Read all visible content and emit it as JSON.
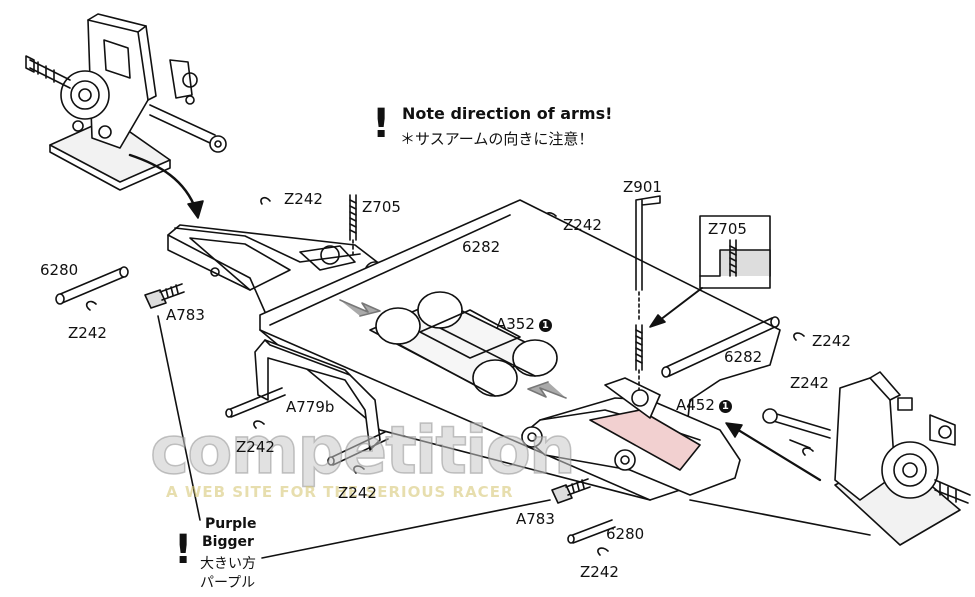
{
  "notes": {
    "arms_en": "Note direction of arms!",
    "arms_jp": "＊サスアームの向きに注意！",
    "purple_en_1": "Purple",
    "purple_en_2": "Bigger",
    "purple_jp_1": "大きい方",
    "purple_jp_2": "パープル"
  },
  "parts": {
    "z242_a": "Z242",
    "z705_a": "Z705",
    "z242_b": "Z242",
    "z901": "Z901",
    "p6282_a": "6282",
    "p6280_a": "6280",
    "z242_c": "Z242",
    "a783_a": "A783",
    "z705_inset": "Z705",
    "a352": "A352",
    "a352_badge": "1",
    "z242_d": "Z242",
    "p6282_b": "6282",
    "z242_e": "Z242",
    "a779b": "A779b",
    "a452": "A452",
    "a452_badge": "1",
    "z242_f": "Z242",
    "z242_g": "Z242",
    "a783_b": "A783",
    "p6280_b": "6280",
    "z242_h": "Z242"
  },
  "watermark": {
    "main": "competition",
    "sub": "A WEB SITE FOR THE SERIOUS RACER"
  }
}
